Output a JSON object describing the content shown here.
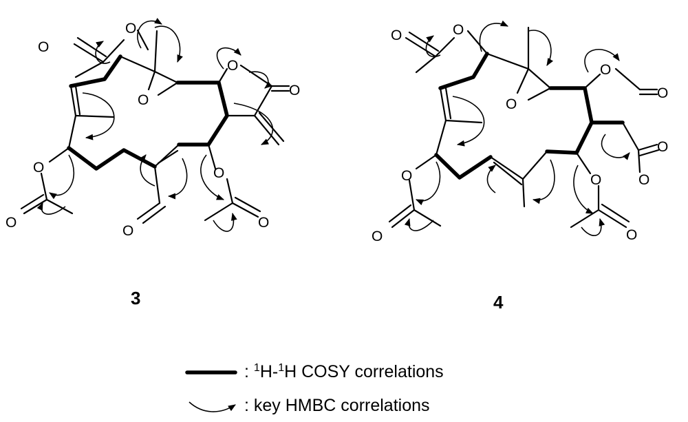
{
  "compounds": [
    {
      "id": "3",
      "label": "3"
    },
    {
      "id": "4",
      "label": "4"
    }
  ],
  "atom_label": "O",
  "legend": {
    "cosy": {
      "prefix": ": ",
      "sup1": "1",
      "h1": "H-",
      "sup2": "1",
      "h2": "H COSY correlations"
    },
    "hmbc": {
      "text": ": key HMBC correlations"
    }
  }
}
